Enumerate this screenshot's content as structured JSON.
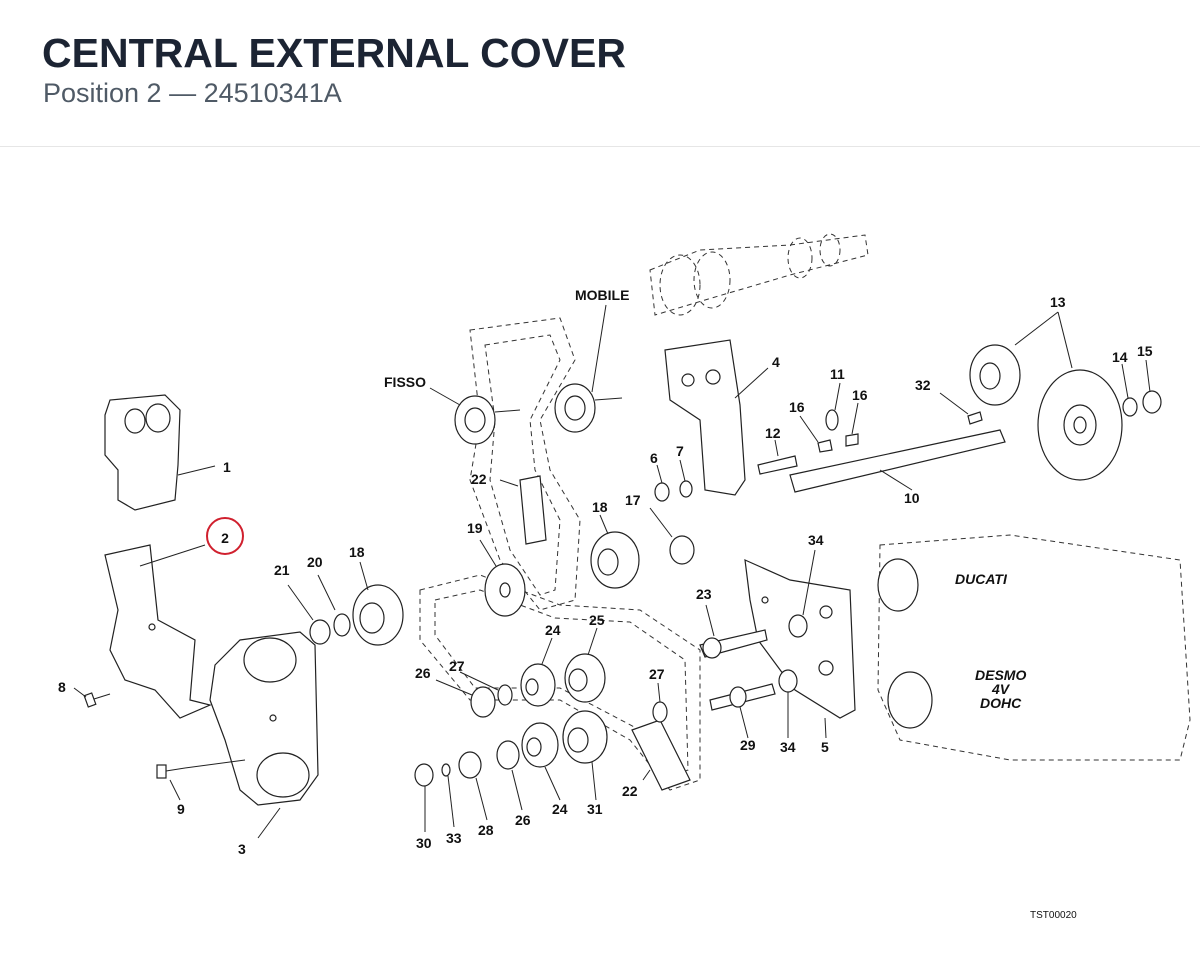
{
  "header": {
    "title": "CENTRAL EXTERNAL COVER",
    "subtitle": "Position 2 — 24510341A"
  },
  "highlight_color": "#d0202e",
  "diagram": {
    "highlighted_label": "2",
    "labels": {
      "mobile": "MOBILE",
      "fisso": "FISSO",
      "n1": "1",
      "n3": "3",
      "n4": "4",
      "n5": "5",
      "n6": "6",
      "n7": "7",
      "n8": "8",
      "n9": "9",
      "n10": "10",
      "n11": "11",
      "n12": "12",
      "n13": "13",
      "n14": "14",
      "n15": "15",
      "n16a": "16",
      "n16b": "16",
      "n17": "17",
      "n18a": "18",
      "n18b": "18",
      "n19": "19",
      "n20": "20",
      "n21": "21",
      "n22a": "22",
      "n22b": "22",
      "n23": "23",
      "n24a": "24",
      "n24b": "24",
      "n25": "25",
      "n26a": "26",
      "n26b": "26",
      "n27a": "27",
      "n27b": "27",
      "n28": "28",
      "n29": "29",
      "n30": "30",
      "n31": "31",
      "n32": "32",
      "n33": "33",
      "n34a": "34",
      "n34b": "34"
    },
    "reference_code": "TST00020"
  }
}
